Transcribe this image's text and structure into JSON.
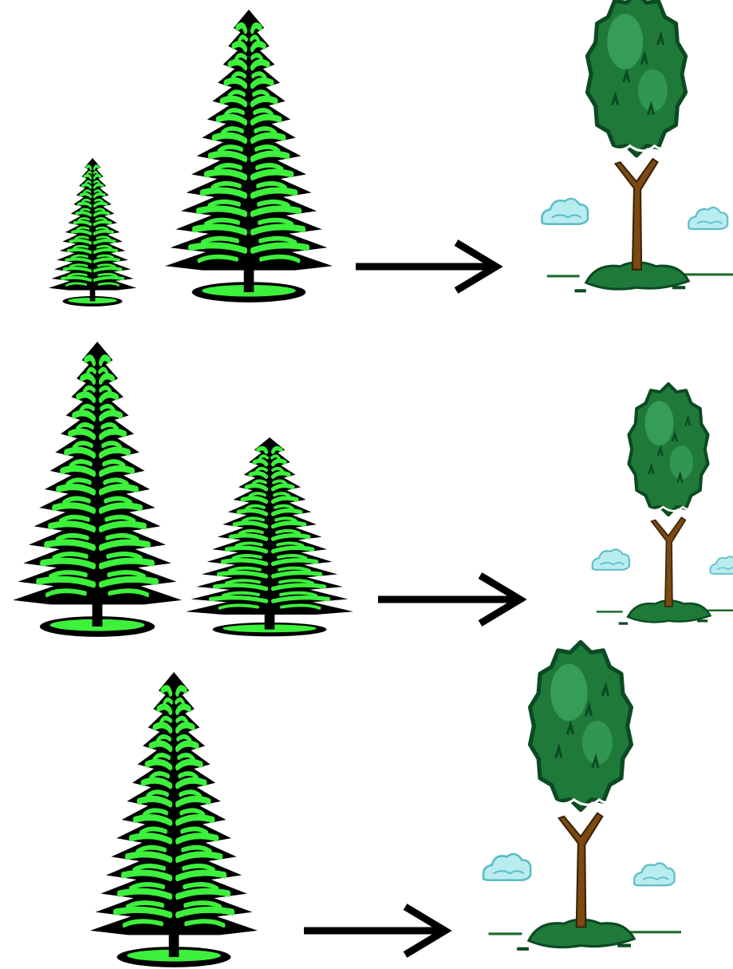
{
  "colors": {
    "background": "#ffffff",
    "pine_dark": "#000000",
    "pine_light": "#3cf03c",
    "pine_mid": "#1a8a1a",
    "broadleaf_dark": "#0b4a22",
    "broadleaf_mid": "#1f7a3a",
    "broadleaf_light": "#39a35a",
    "trunk": "#7a4a12",
    "trunk_outline": "#3a2206",
    "cloud_fill": "#b9ecef",
    "cloud_shade": "#5bbec4",
    "ground": "#1d6b2c",
    "arrow": "#000000"
  },
  "rows": [
    {
      "inputs": [
        {
          "type": "pine",
          "icon": "pine-tree-icon"
        },
        {
          "type": "pine",
          "icon": "pine-tree-icon"
        }
      ],
      "arrow": "right-arrow-icon",
      "output": {
        "type": "broadleaf",
        "icon": "broadleaf-tree-icon"
      }
    },
    {
      "inputs": [
        {
          "type": "pine",
          "icon": "pine-tree-icon"
        },
        {
          "type": "pine",
          "icon": "pine-tree-icon"
        }
      ],
      "arrow": "right-arrow-icon",
      "output": {
        "type": "broadleaf",
        "icon": "broadleaf-tree-icon"
      }
    },
    {
      "inputs": [
        {
          "type": "pine",
          "icon": "pine-tree-icon"
        }
      ],
      "arrow": "right-arrow-icon",
      "output": {
        "type": "broadleaf",
        "icon": "broadleaf-tree-icon"
      }
    }
  ]
}
